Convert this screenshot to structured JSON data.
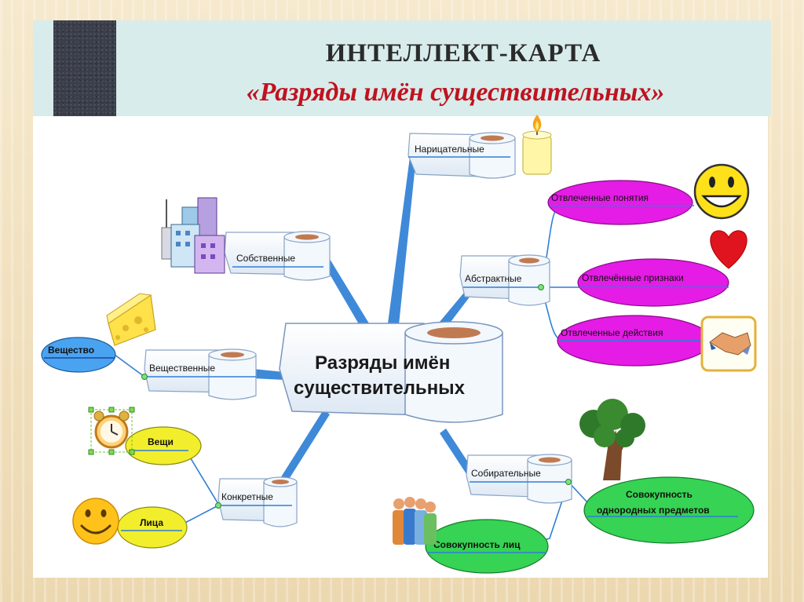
{
  "header": {
    "title": "ИНТЕЛЛЕКТ-КАРТА",
    "subtitle": "«Разряды имён  существительных»"
  },
  "center": {
    "line1": "Разряды имён",
    "line2": "существительных"
  },
  "categories": {
    "naritsatelnye": "Нарицательные",
    "sobstvennye": "Собственные",
    "abstraktnye": "Абстрактные",
    "veshchestvennye": "Вещественные",
    "konkretnye": "Конкретные",
    "sobiratelnye": "Собирательные"
  },
  "leaves": {
    "ponyatiya": "Отвлеченные понятия",
    "priznaki": "Отвлечённые признаки",
    "deystviya": "Отвлеченные действия",
    "veshchestvo": "Вещество",
    "veshchi": "Вещи",
    "litsa": "Лица",
    "sovokupnost_predmetov_1": "Совокупность",
    "sovokupnost_predmetov_2": "однородных предметов",
    "sovokupnost_lits": "Совокупность лиц"
  },
  "icons": [
    "candle-icon",
    "smiley-icon",
    "heart-icon",
    "handshake-icon",
    "buildings-icon",
    "cheese-icon",
    "alarm-clock-icon",
    "tree-icon",
    "people-icon"
  ],
  "colors": {
    "branch": "#2f7fd6",
    "abstract_leaf": "#e51be6",
    "material_leaf": "#f2ee2c",
    "collective_leaf": "#36d354",
    "substance_leaf": "#4aa3f0",
    "title_accent": "#c1121f"
  }
}
